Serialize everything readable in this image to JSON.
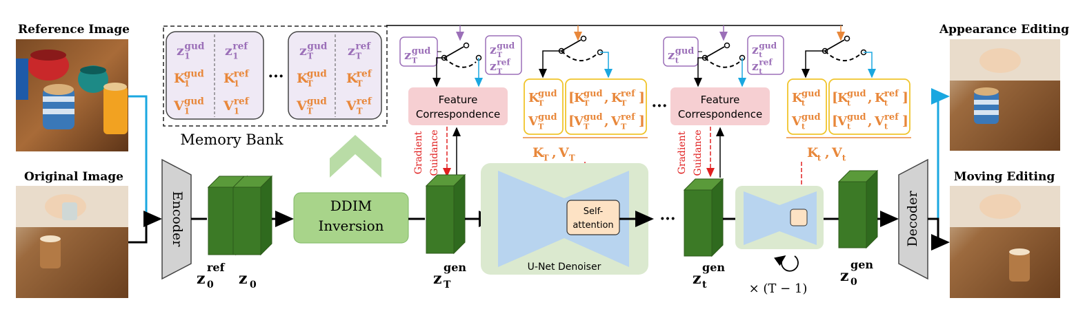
{
  "colors": {
    "purple": "#9b6fb8",
    "orange": "#e8873a",
    "cyan": "#1aa7e0",
    "red": "#e02020",
    "green_dark": "#3c7a26",
    "green_mid": "#5a9a3a",
    "green_light": "#a8d48a",
    "pink_box": "#f6cfd2",
    "unet_bg": "#dbe9cf",
    "unet_blue": "#b8d4ef",
    "selfatt_fill": "#fde2c4",
    "memory_fill": "#efe9f5",
    "yellow_border": "#f0c42a"
  },
  "icons": {
    "reference_photo": "photo-cups",
    "original_photo": "photo-coffee-table",
    "appearance_photo": "photo-edited-cup",
    "moving_photo": "photo-moved-coffee",
    "switch": "toggle-switch-icon",
    "loop": "cycle-arrow-icon"
  },
  "labels": {
    "reference_image": "Reference Image",
    "original_image": "Original Image",
    "appearance_editing": "Appearance Editing",
    "moving_editing": "Moving Editing",
    "encoder": "Encoder",
    "decoder": "Decoder",
    "ddim_line1": "DDIM",
    "ddim_line2": "Inversion",
    "memory_bank": "Memory Bank",
    "ellipsis": "···",
    "feature_line1": "Feature",
    "feature_line2": "Correspondence",
    "gradient": "Gradient",
    "guidance": "Guidance",
    "self_line1": "Self-",
    "self_line2": "attention",
    "unet": "U-Net Denoiser",
    "times": "× (T − 1)"
  },
  "symbols": {
    "z": "z",
    "K": "K",
    "V": "V",
    "gud": "gud",
    "ref": "ref",
    "gen": "gen",
    "sub_1": "1",
    "sub_T": "T",
    "sub_t": "t",
    "sub_0": "0",
    "comma": ",",
    "lbr": "[",
    "rbr": "]",
    "KT_VT": "K",
    "Kt_Vt": "K"
  }
}
